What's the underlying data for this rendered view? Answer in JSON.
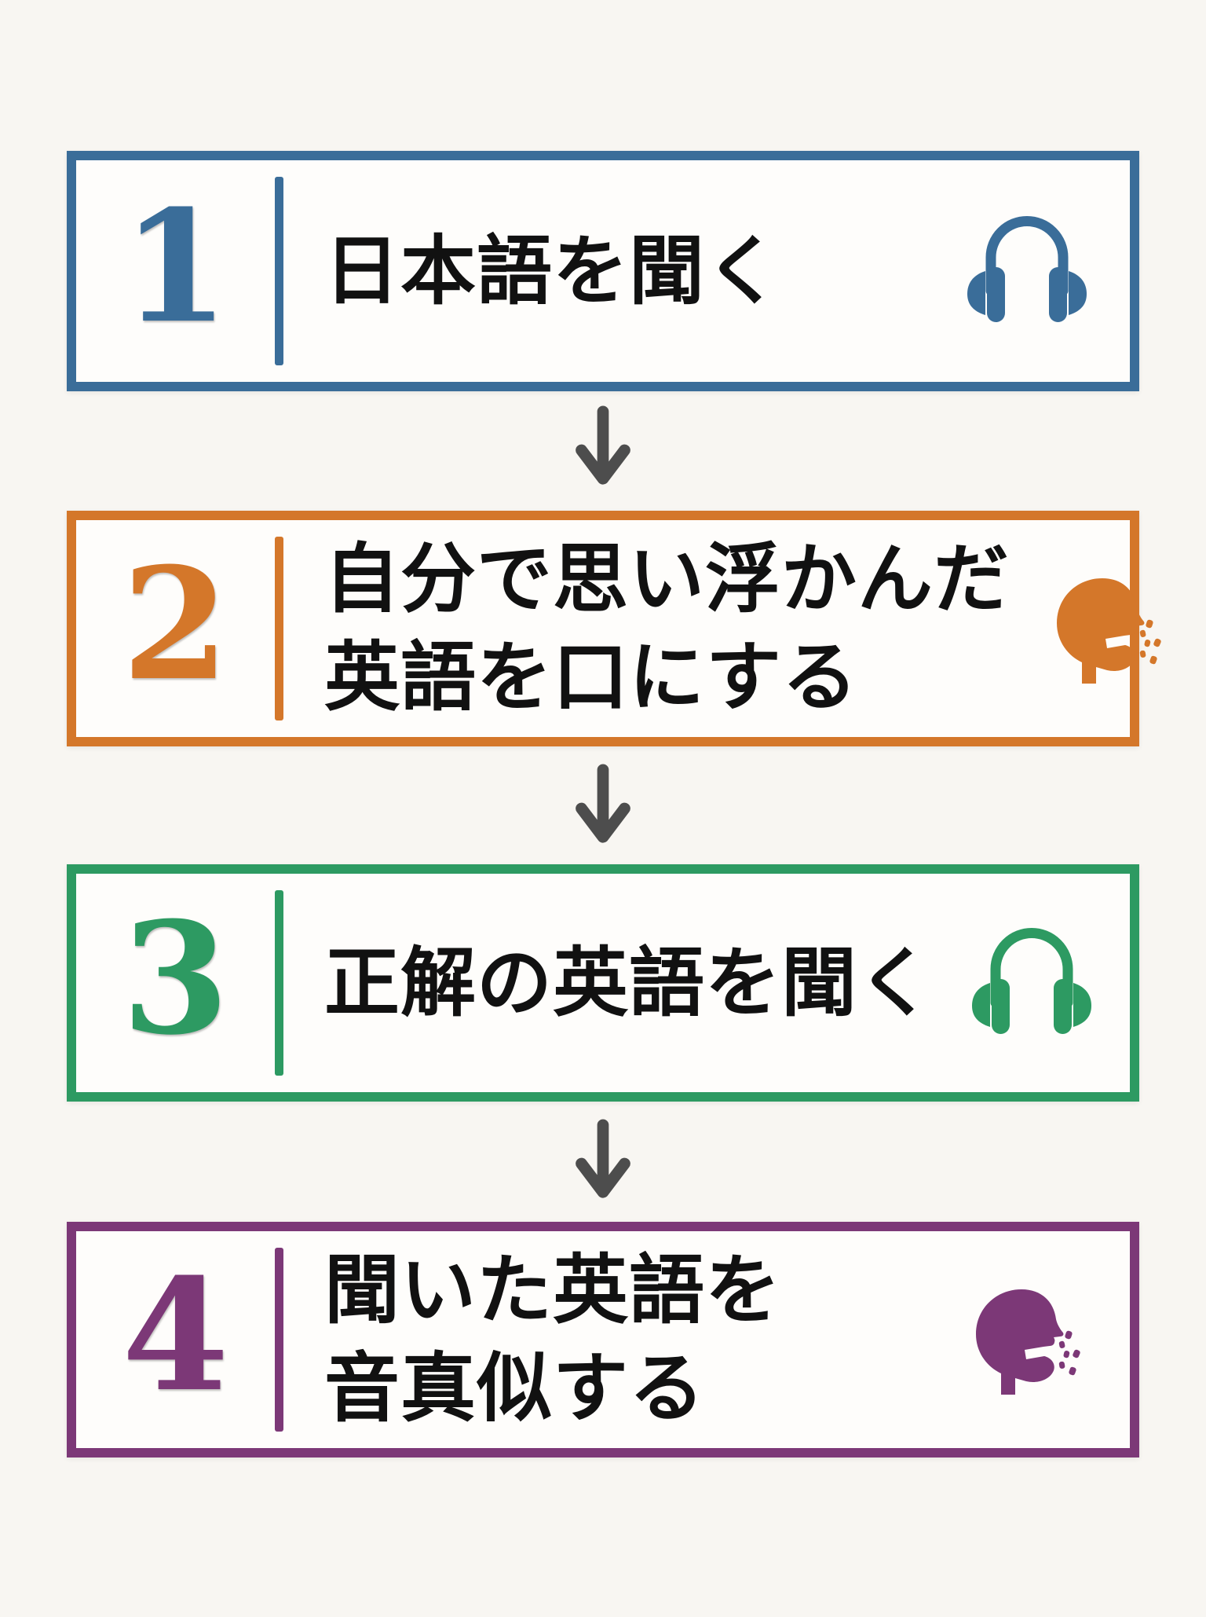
{
  "page": {
    "background_color": "#f8f6f2",
    "box_fill_color": "#fefdfb",
    "arrow_color": "#4d4d4d",
    "text_color": "#111111",
    "arrow_direction": "down"
  },
  "steps": [
    {
      "number": "1",
      "line1": "日本語を聞く",
      "icon": "headphones-icon",
      "color": "#3a6d99"
    },
    {
      "number": "2",
      "line1": "自分で思い浮かんだ",
      "line2": "英語を口にする",
      "icon": "speaking-head-icon",
      "color": "#d4772a"
    },
    {
      "number": "3",
      "line1": "正解の英語を聞く",
      "icon": "headphones-icon",
      "color": "#2d9a62"
    },
    {
      "number": "4",
      "line1": "聞いた英語を",
      "line2": "音真似する",
      "icon": "speaking-head-icon",
      "color": "#7c3877"
    }
  ]
}
